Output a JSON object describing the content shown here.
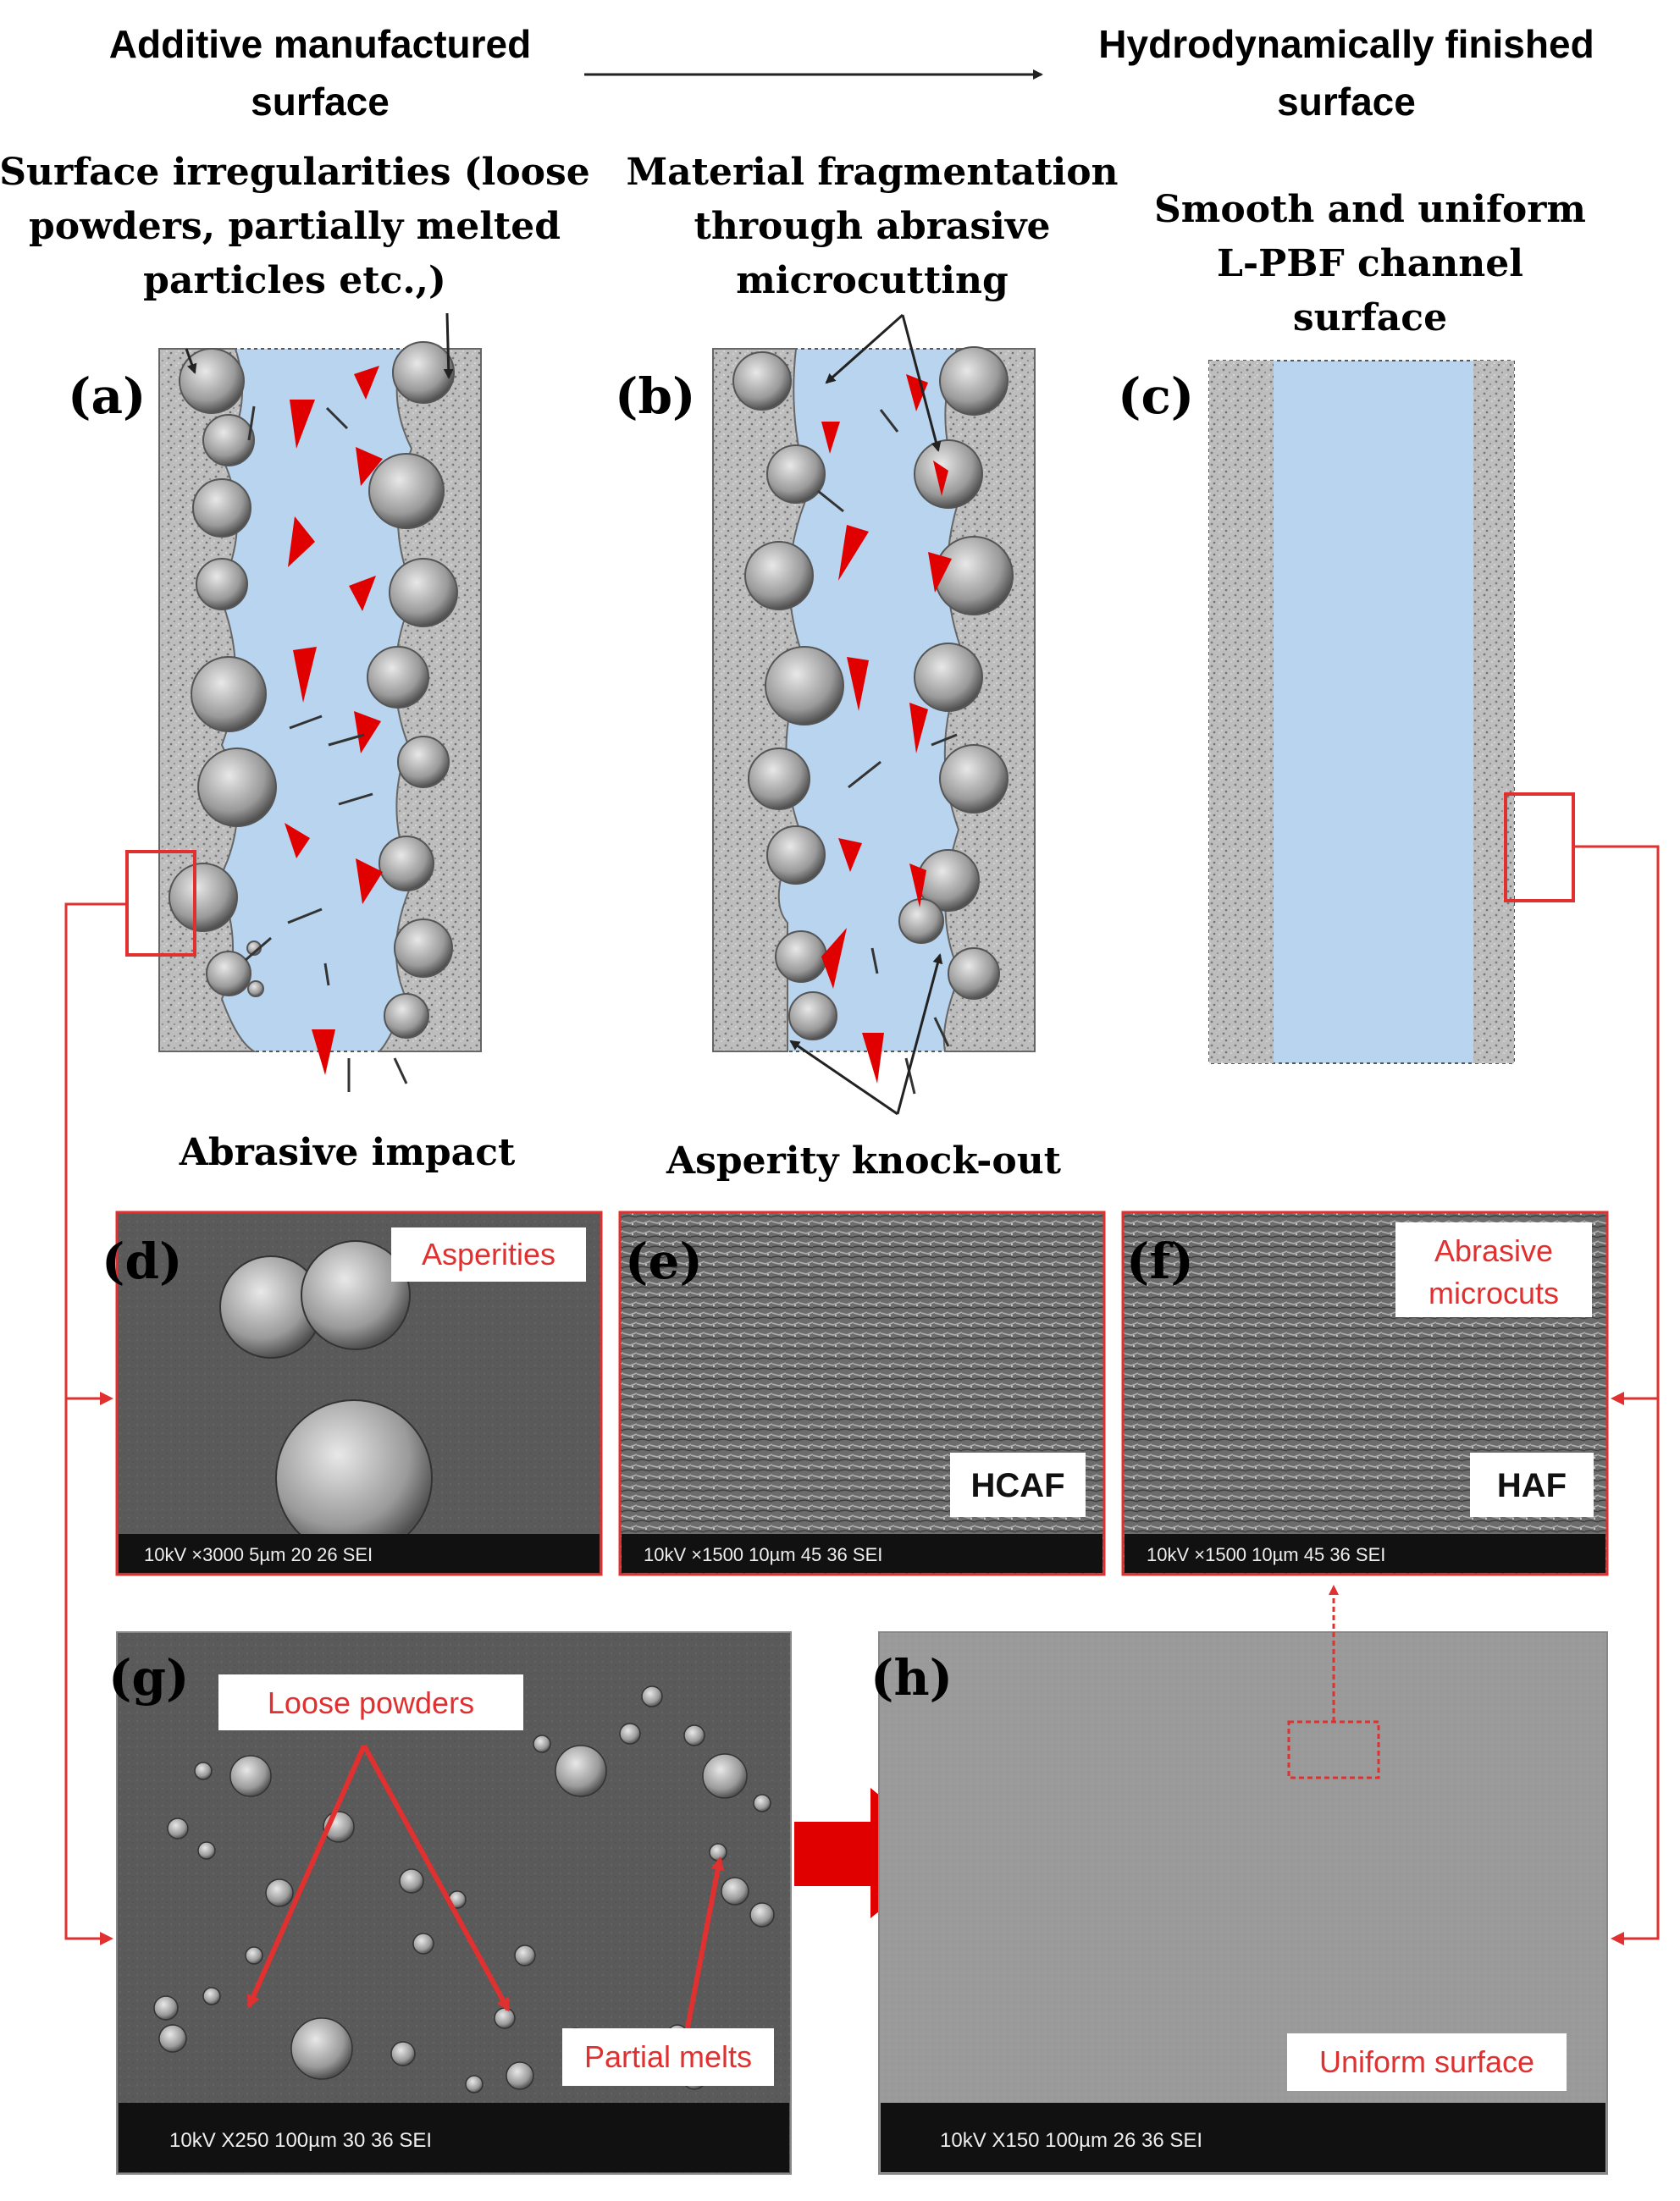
{
  "header": {
    "left_title_line1": "Additive manufactured",
    "left_title_line2": "surface",
    "right_title_line1": "Hydrodynamically  finished",
    "right_title_line2": "surface"
  },
  "annotations": {
    "a_caption_line1": "Surface irregularities (loose",
    "a_caption_line2": "powders, partially melted",
    "a_caption_line3": "particles etc.,)",
    "b_caption_line1": "Material fragmentation",
    "b_caption_line2": "through abrasive",
    "b_caption_line3": "microcutting",
    "c_caption_line1": "Smooth and uniform",
    "c_caption_line2": "L-PBF channel",
    "c_caption_line3": "surface",
    "abrasive_impact": "Abrasive impact",
    "asperity_knockout": "Asperity knock-out"
  },
  "panels": {
    "a": "(a)",
    "b": "(b)",
    "c": "(c)",
    "d": "(d)",
    "e": "(e)",
    "f": "(f)",
    "g": "(g)",
    "h": "(h)"
  },
  "sem": {
    "d_label": "Asperities",
    "d_scalebar": "10kV   ×3000          5µm          20 26 SEI",
    "e_label": "HCAF",
    "e_scalebar": "10kV   ×1500          10µm          45 36 SEI",
    "f_label_line1": "Abrasive",
    "f_label_line2": "microcuts",
    "f_label2": "HAF",
    "f_scalebar": "10kV   ×1500          10µm          45 36 SEI",
    "g_label_loose": "Loose powders",
    "g_label_partial": "Partial melts",
    "g_scalebar": "10kV      X250  100µm            30 36 SEI",
    "h_label": "Uniform surface",
    "h_scalebar": "10kV      X150  100µm            26 36 SEI"
  },
  "colors": {
    "fluid": "#b9d4ee",
    "abrasive": "#e00000",
    "annotation_red": "#e03030",
    "sem_dark": "#4a4a4a",
    "sem_light": "#9c9c9c"
  }
}
